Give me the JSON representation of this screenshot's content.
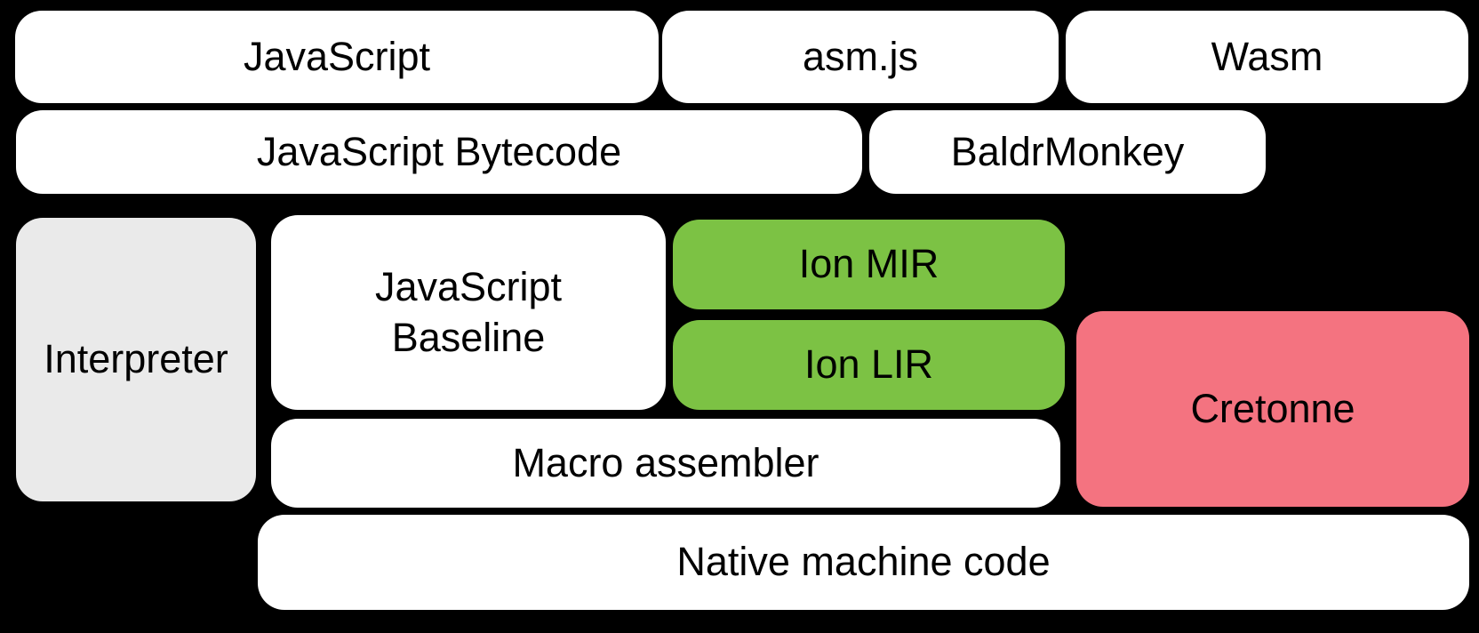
{
  "diagram": {
    "colors": {
      "background": "#000000",
      "white": "#ffffff",
      "gray": "#eaeaea",
      "green": "#7cc244",
      "pink": "#f47380",
      "text": "#000000"
    },
    "boxes": {
      "javascript": {
        "label": "JavaScript",
        "fill": "#ffffff"
      },
      "asmjs": {
        "label": "asm.js",
        "fill": "#ffffff"
      },
      "wasm": {
        "label": "Wasm",
        "fill": "#ffffff"
      },
      "js_bytecode": {
        "label": "JavaScript Bytecode",
        "fill": "#ffffff"
      },
      "baldrmonkey": {
        "label": "BaldrMonkey",
        "fill": "#ffffff"
      },
      "interpreter": {
        "label": "Interpreter",
        "fill": "#eaeaea"
      },
      "js_baseline": {
        "label": "JavaScript\nBaseline",
        "fill": "#ffffff"
      },
      "ion_mir": {
        "label": "Ion MIR",
        "fill": "#7cc244"
      },
      "ion_lir": {
        "label": "Ion LIR",
        "fill": "#7cc244"
      },
      "cretonne": {
        "label": "Cretonne",
        "fill": "#f47380"
      },
      "macro_assembler": {
        "label": "Macro assembler",
        "fill": "#ffffff"
      },
      "native_machine_code": {
        "label": "Native machine code",
        "fill": "#ffffff"
      }
    }
  }
}
